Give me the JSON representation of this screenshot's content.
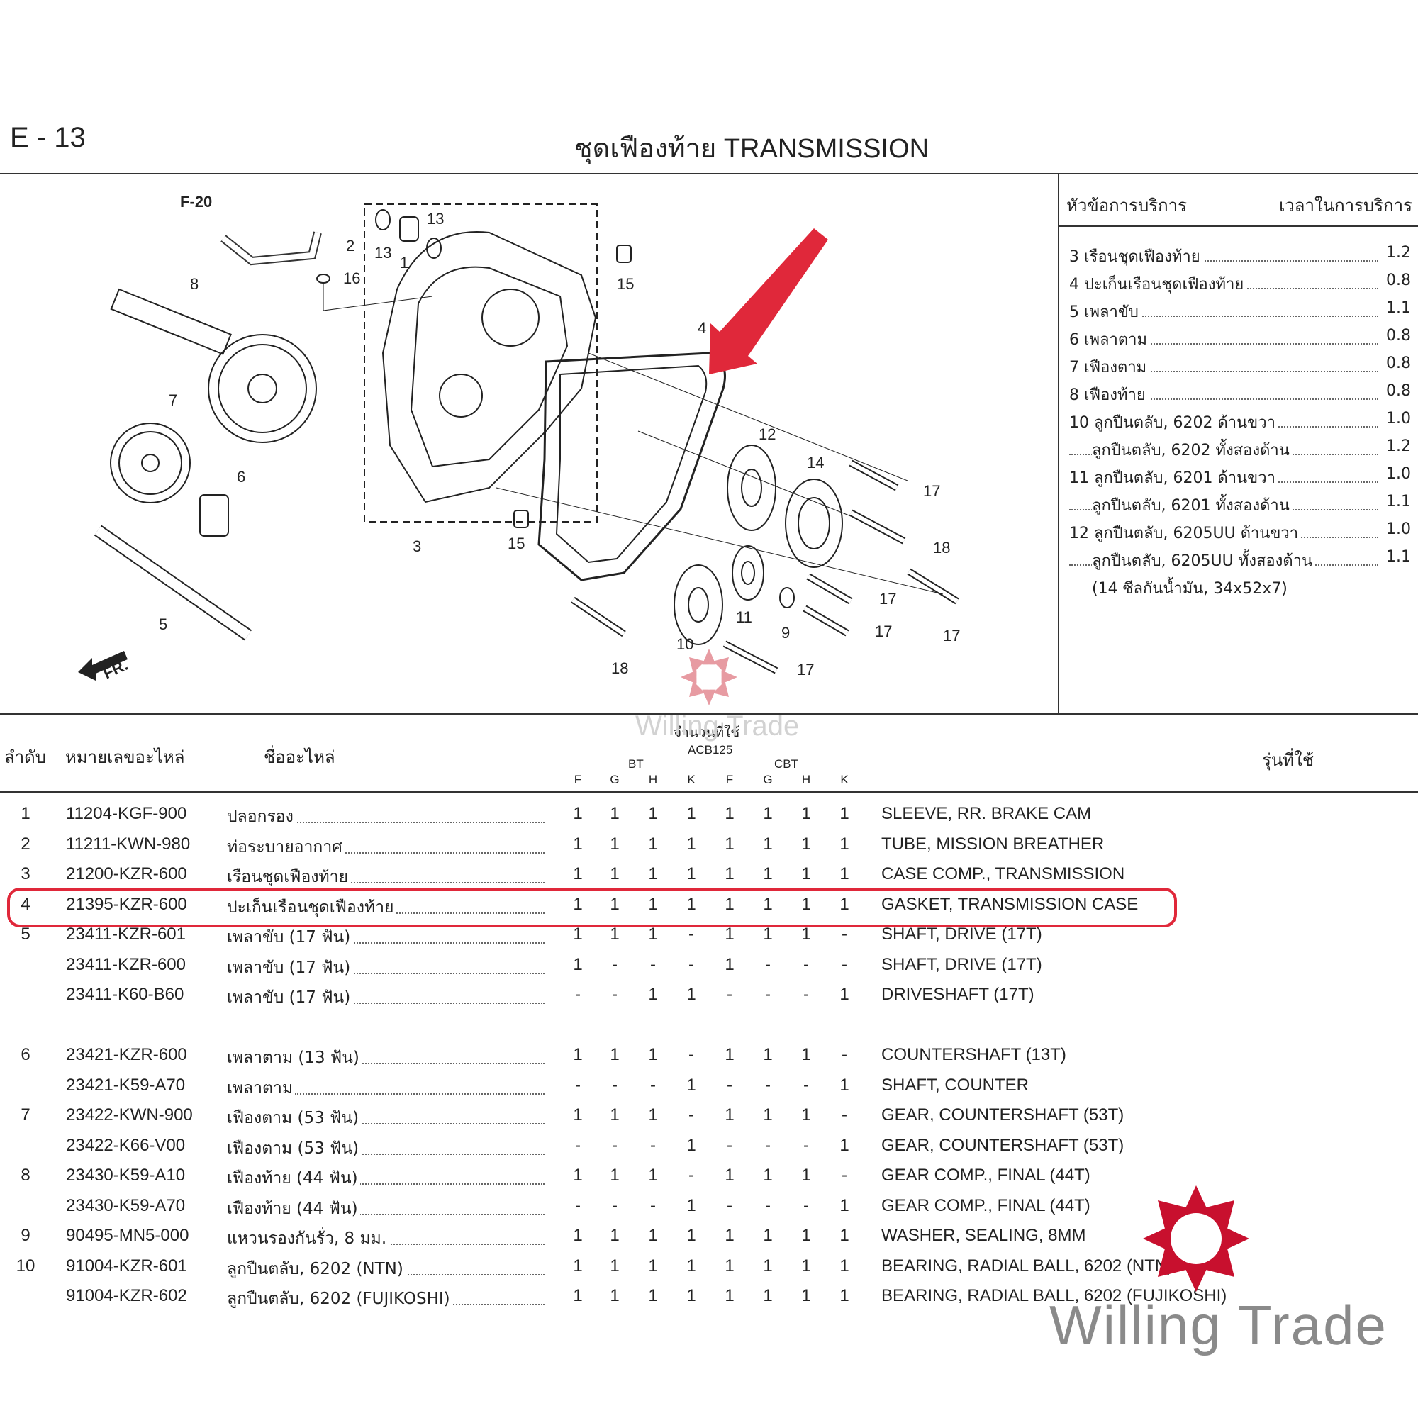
{
  "header": {
    "page_code": "E - 13",
    "title": "ชุดเฟืองท้าย  TRANSMISSION"
  },
  "diagram": {
    "ref_label": "F-20",
    "front_label": "FR.",
    "callouts": [
      "1",
      "2",
      "3",
      "4",
      "5",
      "6",
      "7",
      "8",
      "9",
      "10",
      "11",
      "12",
      "13",
      "13",
      "14",
      "15",
      "15",
      "16",
      "17",
      "17",
      "17",
      "17",
      "17",
      "18",
      "18"
    ]
  },
  "service": {
    "head_left": "หัวข้อการบริการ",
    "head_right": "เวลาในการบริการ",
    "items": [
      {
        "text": "3 เรือนชุดเฟืองท้าย",
        "value": "1.2",
        "indent": false
      },
      {
        "text": "4 ปะเก็นเรือนชุดเฟืองท้าย",
        "value": "0.8",
        "indent": false
      },
      {
        "text": "5 เพลาขับ",
        "value": "1.1",
        "indent": false
      },
      {
        "text": "6 เพลาตาม",
        "value": "0.8",
        "indent": false
      },
      {
        "text": "7 เฟืองตาม",
        "value": "0.8",
        "indent": false
      },
      {
        "text": "8 เฟืองท้าย",
        "value": "0.8",
        "indent": false
      },
      {
        "text": "10 ลูกปืนตลับ, 6202 ด้านขวา",
        "value": "1.0",
        "indent": false
      },
      {
        "text": "ลูกปืนตลับ, 6202 ทั้งสองด้าน",
        "value": "1.2",
        "indent": true
      },
      {
        "text": "11 ลูกปืนตลับ, 6201 ด้านขวา",
        "value": "1.0",
        "indent": false
      },
      {
        "text": "ลูกปืนตลับ, 6201 ทั้งสองด้าน",
        "value": "1.1",
        "indent": true
      },
      {
        "text": "12 ลูกปืนตลับ, 6205UU ด้านขวา",
        "value": "1.0",
        "indent": false
      },
      {
        "text": "ลูกปืนตลับ, 6205UU ทั้งสองด้าน",
        "value": "1.1",
        "indent": true
      },
      {
        "text": "(14 ซีลกันน้ำมัน, 34x52x7)",
        "value": "",
        "indent": true
      }
    ]
  },
  "table": {
    "col_no": "ลำดับ",
    "col_part": "หมายเลขอะไหล่",
    "col_name": "ชื่ออะไหล่",
    "col_qty": "จำนวนที่ใช้",
    "col_model": "รุ่นที่ใช้",
    "model": "ACB125",
    "group_bt": "BT",
    "group_cbt": "CBT",
    "sub_cols": [
      "F",
      "G",
      "H",
      "K",
      "F",
      "G",
      "H",
      "K"
    ],
    "rows": [
      {
        "no": "1",
        "part": "11204-KGF-900",
        "th": "ปลอกรอง",
        "q": [
          "1",
          "1",
          "1",
          "1",
          "1",
          "1",
          "1",
          "1"
        ],
        "en": "SLEEVE, RR. BRAKE CAM"
      },
      {
        "no": "2",
        "part": "11211-KWN-980",
        "th": "ท่อระบายอากาศ",
        "q": [
          "1",
          "1",
          "1",
          "1",
          "1",
          "1",
          "1",
          "1"
        ],
        "en": "TUBE, MISSION BREATHER"
      },
      {
        "no": "3",
        "part": "21200-KZR-600",
        "th": "เรือนชุดเฟืองท้าย",
        "q": [
          "1",
          "1",
          "1",
          "1",
          "1",
          "1",
          "1",
          "1"
        ],
        "en": "CASE COMP., TRANSMISSION"
      },
      {
        "no": "4",
        "part": "21395-KZR-600",
        "th": "ปะเก็นเรือนชุดเฟืองท้าย",
        "q": [
          "1",
          "1",
          "1",
          "1",
          "1",
          "1",
          "1",
          "1"
        ],
        "en": "GASKET, TRANSMISSION CASE"
      },
      {
        "no": "5",
        "part": "23411-KZR-601",
        "th": "เพลาขับ (17 ฟัน)",
        "q": [
          "1",
          "1",
          "1",
          "-",
          "1",
          "1",
          "1",
          "-"
        ],
        "en": "SHAFT, DRIVE (17T)"
      },
      {
        "no": "",
        "part": "23411-KZR-600",
        "th": "เพลาขับ (17 ฟัน)",
        "q": [
          "1",
          "-",
          "-",
          "-",
          "1",
          "-",
          "-",
          "-"
        ],
        "en": "SHAFT, DRIVE (17T)"
      },
      {
        "no": "",
        "part": "23411-K60-B60",
        "th": "เพลาขับ (17 ฟัน)",
        "q": [
          "-",
          "-",
          "1",
          "1",
          "-",
          "-",
          "-",
          "1"
        ],
        "en": "DRIVESHAFT (17T)"
      },
      {
        "blank": true
      },
      {
        "no": "6",
        "part": "23421-KZR-600",
        "th": "เพลาตาม (13 ฟัน)",
        "q": [
          "1",
          "1",
          "1",
          "-",
          "1",
          "1",
          "1",
          "-"
        ],
        "en": "COUNTERSHAFT (13T)"
      },
      {
        "no": "",
        "part": "23421-K59-A70",
        "th": "เพลาตาม",
        "q": [
          "-",
          "-",
          "-",
          "1",
          "-",
          "-",
          "-",
          "1"
        ],
        "en": "SHAFT, COUNTER"
      },
      {
        "no": "7",
        "part": "23422-KWN-900",
        "th": "เฟืองตาม (53 ฟัน)",
        "q": [
          "1",
          "1",
          "1",
          "-",
          "1",
          "1",
          "1",
          "-"
        ],
        "en": "GEAR, COUNTERSHAFT (53T)"
      },
      {
        "no": "",
        "part": "23422-K66-V00",
        "th": "เฟืองตาม (53 ฟัน)",
        "q": [
          "-",
          "-",
          "-",
          "1",
          "-",
          "-",
          "-",
          "1"
        ],
        "en": "GEAR, COUNTERSHAFT (53T)"
      },
      {
        "no": "8",
        "part": "23430-K59-A10",
        "th": "เฟืองท้าย (44 ฟัน)",
        "q": [
          "1",
          "1",
          "1",
          "-",
          "1",
          "1",
          "1",
          "-"
        ],
        "en": "GEAR COMP., FINAL (44T)"
      },
      {
        "no": "",
        "part": "23430-K59-A70",
        "th": "เฟืองท้าย (44 ฟัน)",
        "q": [
          "-",
          "-",
          "-",
          "1",
          "-",
          "-",
          "-",
          "1"
        ],
        "en": "GEAR COMP., FINAL (44T)"
      },
      {
        "no": "9",
        "part": "90495-MN5-000",
        "th": "แหวนรองกันรั่ว, 8 มม.",
        "q": [
          "1",
          "1",
          "1",
          "1",
          "1",
          "1",
          "1",
          "1"
        ],
        "en": "WASHER, SEALING, 8MM"
      },
      {
        "no": "10",
        "part": "91004-KZR-601",
        "th": "ลูกปืนตลับ, 6202 (NTN)",
        "q": [
          "1",
          "1",
          "1",
          "1",
          "1",
          "1",
          "1",
          "1"
        ],
        "en": "BEARING, RADIAL BALL, 6202 (NTN)"
      },
      {
        "no": "",
        "part": "91004-KZR-602",
        "th": "ลูกปืนตลับ, 6202 (FUJIKOSHI)",
        "q": [
          "1",
          "1",
          "1",
          "1",
          "1",
          "1",
          "1",
          "1"
        ],
        "en": "BEARING, RADIAL BALL, 6202 (FUJIKOSHI)"
      }
    ]
  },
  "watermark": {
    "brand": "Willing Trade",
    "color": "#c8102e"
  },
  "highlight_color": "#e0283a"
}
